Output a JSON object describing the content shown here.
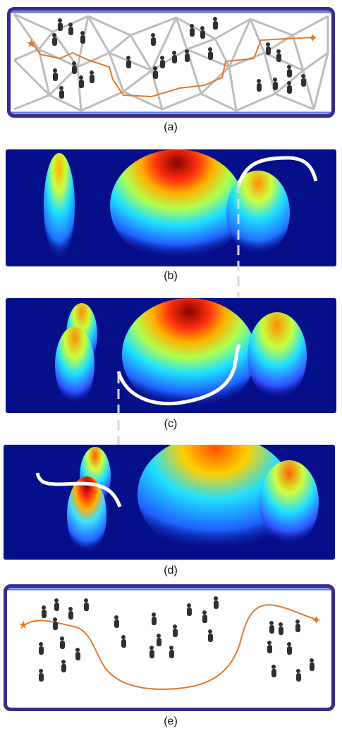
{
  "panels": [
    {
      "id": "a",
      "caption": "(a)",
      "kind": "graph-path"
    },
    {
      "id": "b",
      "caption": "(b)",
      "kind": "density-surface"
    },
    {
      "id": "c",
      "caption": "(c)",
      "kind": "density-surface"
    },
    {
      "id": "d",
      "caption": "(d)",
      "kind": "density-surface"
    },
    {
      "id": "e",
      "caption": "(e)",
      "kind": "smooth-path"
    }
  ],
  "colors": {
    "frame": "#3a2a8e",
    "path": "#e07a2e",
    "graph_edges": "#bdbdbd",
    "surface_background": "#060f8a",
    "walker": "#2f2f2f",
    "boundary": "#ffffff"
  },
  "icons": [
    "start-star-icon",
    "goal-star-icon",
    "pedestrian-icon"
  ]
}
